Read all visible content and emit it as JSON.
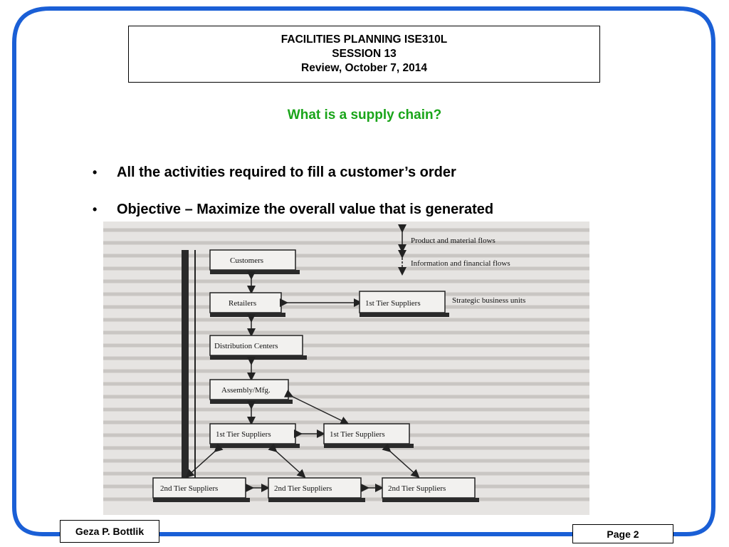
{
  "header": {
    "line1": "FACILITIES PLANNING ISE310L",
    "line2": "SESSION 13",
    "line3": "Review, October 7, 2014"
  },
  "slide_title": "What is a supply chain?",
  "bullets": [
    "All the activities required to fill a customer’s order",
    "Objective – Maximize the overall value that is generated"
  ],
  "diagram": {
    "legend_flow1": "Product and material flows",
    "legend_flow2": "Information and financial flows",
    "strategic_units": "Strategic business units",
    "nodes": {
      "customers": "Customers",
      "retailers": "Retailers",
      "tier1_top": "1st Tier Suppliers",
      "distribution": "Distribution Centers",
      "assembly": "Assembly/Mfg.",
      "tier1_left": "1st Tier Suppliers",
      "tier1_right": "1st Tier Suppliers",
      "tier2_left": "2nd Tier Suppliers",
      "tier2_mid": "2nd Tier Suppliers",
      "tier2_right": "2nd Tier Suppliers"
    }
  },
  "footer": {
    "author": "Geza P. Bottlik",
    "page": "Page 2"
  },
  "colors": {
    "frame": "#1a5fd6",
    "title": "#1aa51a",
    "scan_background": "#e6e4e2"
  }
}
